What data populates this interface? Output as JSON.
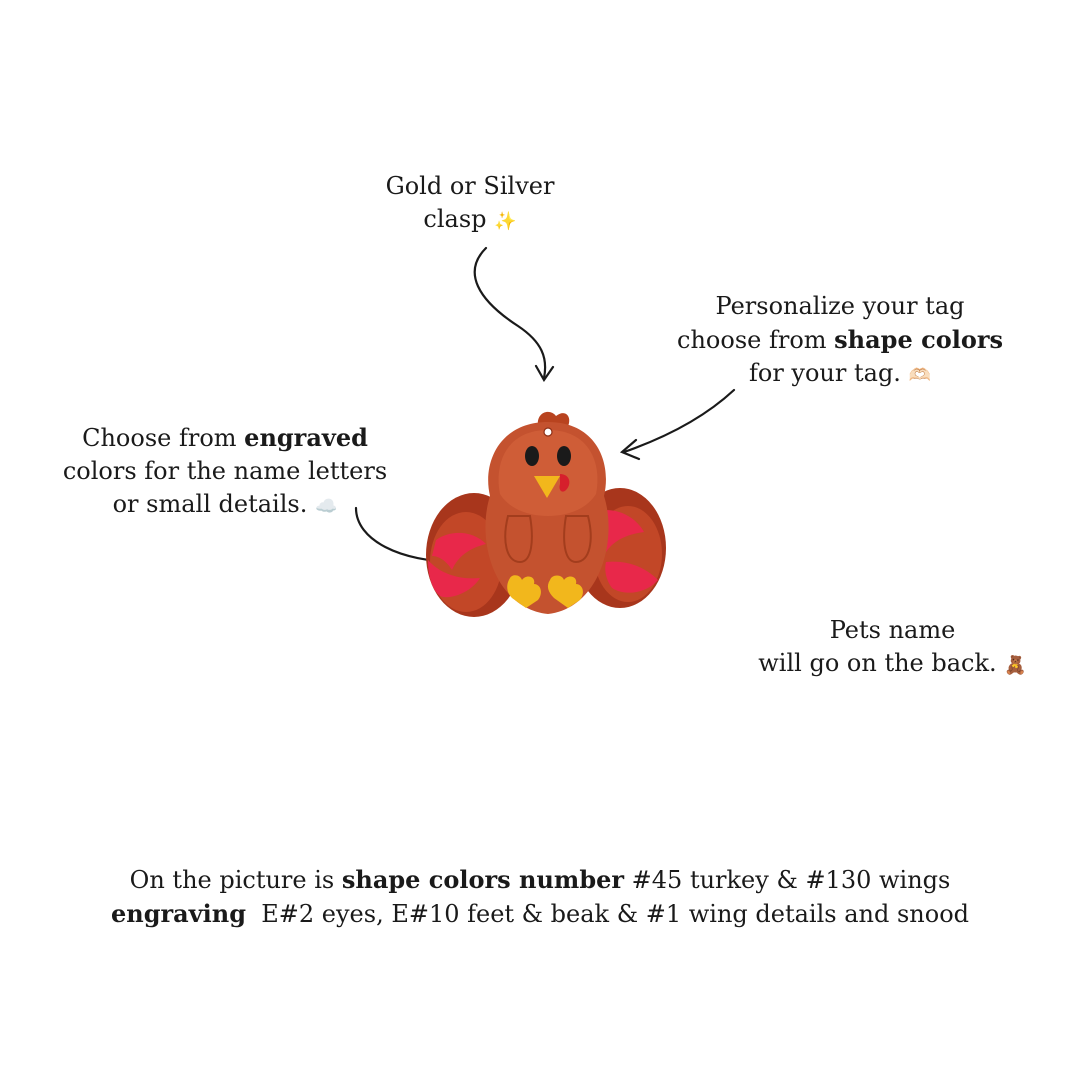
{
  "clasp_note": {
    "line1": "Gold or Silver",
    "line2": "clasp",
    "emoji": "✨"
  },
  "personalize_note": {
    "line1": "Personalize your tag",
    "line2_prefix": "choose from ",
    "line2_bold": "shape colors",
    "line3": "for your tag.",
    "emoji": "🫶🏻"
  },
  "engraved_note": {
    "line1_prefix": "Choose from ",
    "line1_bold": "engraved",
    "line2": "colors for the name letters",
    "line3": "or small details.",
    "emoji": "☁️"
  },
  "pets_note": {
    "line1": "Pets name",
    "line2": "will go on the back.",
    "emoji": "🧸"
  },
  "caption": {
    "line1_prefix": "On the picture is ",
    "line1_bold": "shape colors number",
    "line1_suffix": " #45 turkey & #130 wings",
    "line2_bold": "engraving",
    "line2_suffix": "  E#2 eyes, E#10 feet & beak & #1 wing details and snood"
  },
  "colors": {
    "body": "#c4522f",
    "wings_outer": "#a8361c",
    "wing_details": "#e8284a",
    "eyes": "#1a1a1a",
    "feet_beak": "#f2b71c",
    "snood": "#d61f2c",
    "text": "#1a1a1a"
  }
}
